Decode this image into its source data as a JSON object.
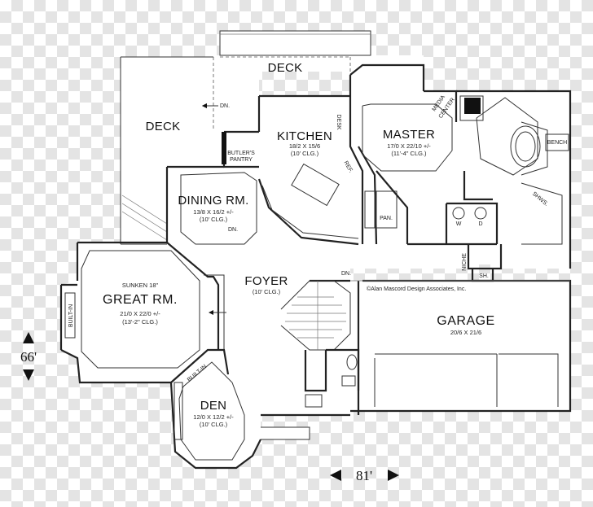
{
  "rooms": {
    "deck_top": {
      "name": "DECK"
    },
    "deck_left": {
      "name": "DECK"
    },
    "kitchen": {
      "name": "KITCHEN",
      "dims": "18/2 X 15/6",
      "clg": "(10' CLG.)"
    },
    "master": {
      "name": "MASTER",
      "dims": "17/0 X 22/10 +/-",
      "clg": "(11'-4\" CLG.)"
    },
    "dining": {
      "name": "DINING RM.",
      "dims": "13/8 X 16/2 +/-",
      "clg": "(10' CLG.)"
    },
    "great": {
      "note": "SUNKEN 18\"",
      "name": "GREAT RM.",
      "dims": "21/0 X 22/0 +/-",
      "clg": "(13'-2\" CLG.)"
    },
    "foyer": {
      "name": "FOYER",
      "clg": "(10' CLG.)"
    },
    "garage": {
      "name": "GARAGE",
      "dims": "20/6 X 21/6"
    },
    "den": {
      "name": "DEN",
      "dims": "12/0 X 12/2 +/-",
      "clg": "(10' CLG.)"
    }
  },
  "labels": {
    "dn_deck": "DN.",
    "dn_great": "DN.",
    "dn_foyer": "DN.",
    "butlers_1": "BUTLER'S",
    "butlers_2": "PANTRY",
    "desk": "DESK",
    "ref": "REF.",
    "pan": "PAN.",
    "w": "W",
    "d": "D",
    "media_1": "MEDIA",
    "media_2": "CENTER",
    "bench": "BENCH",
    "shws": "SHWS.",
    "niche": "NICHE",
    "sh": "SH.",
    "built_in_great": "BUILT-IN",
    "built_in_den": "BUILT-IN"
  },
  "copyright": "©Alan Mascord Design Associates, Inc.",
  "overall": {
    "depth": "66'",
    "width": "81'"
  }
}
